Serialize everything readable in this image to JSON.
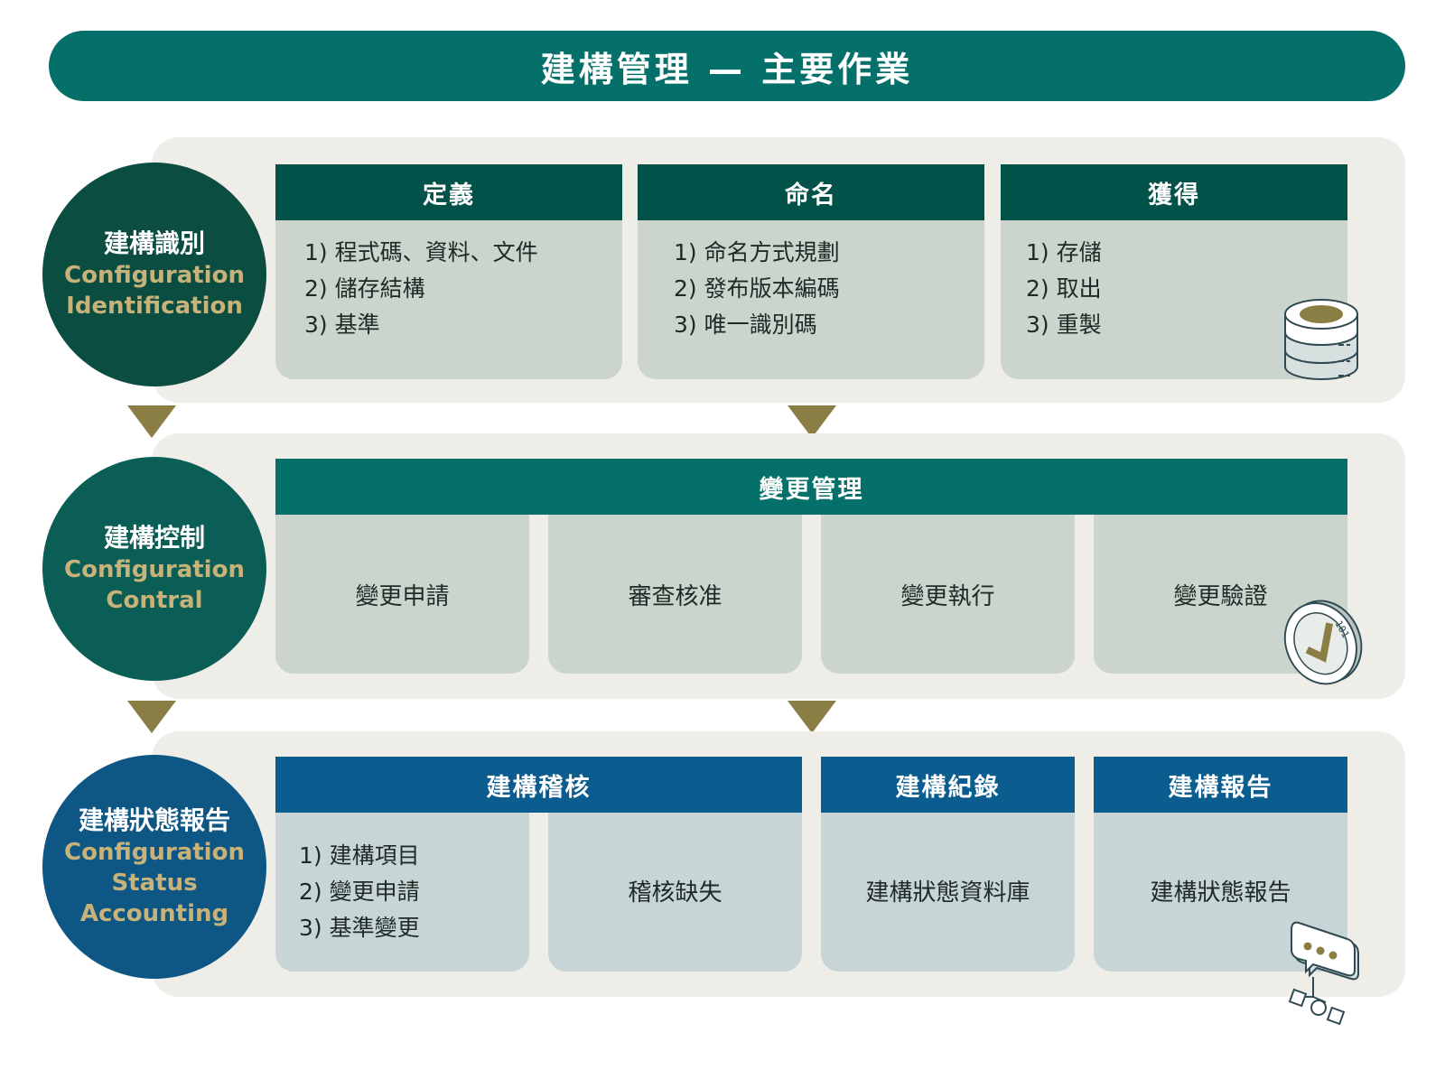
{
  "title": "建構管理 — 主要作業",
  "colors": {
    "title_bg": "#05706a",
    "panel_bg": "#efede7",
    "card_bg_green": "#cbd5ce",
    "card_bg_blue": "#c7d5d7",
    "header_dark_green": "#02524a",
    "header_teal": "#05706a",
    "header_blue": "#0b5c8f",
    "circle_dark_green": "#0b4d40",
    "circle_teal": "#0a5e55",
    "circle_blue": "#0e5785",
    "english_gold": "#c7b27a",
    "arrow": "#8a7e45"
  },
  "sections": {
    "identification": {
      "name_zh": "建構識別",
      "name_en_1": "Configuration",
      "name_en_2": "Identification",
      "icon": "database-icon",
      "cards": [
        {
          "title": "定義",
          "items": [
            "1) 程式碼、資料、文件",
            "2) 儲存結構",
            "3) 基準"
          ]
        },
        {
          "title": "命名",
          "items": [
            "1) 命名方式規劃",
            "2) 發布版本編碼",
            "3) 唯一識別碼"
          ]
        },
        {
          "title": "獲得",
          "items": [
            "1) 存儲",
            "2) 取出",
            "3) 重製"
          ]
        }
      ]
    },
    "control": {
      "name_zh": "建構控制",
      "name_en_1": "Configuration",
      "name_en_2": "Contral",
      "icon": "verified-badge-icon",
      "header": "變更管理",
      "steps": [
        "變更申請",
        "審查核准",
        "變更執行",
        "變更驗證"
      ]
    },
    "status": {
      "name_zh": "建構狀態報告",
      "name_en_1": "Configuration",
      "name_en_2": "Status",
      "name_en_3": "Accounting",
      "icon": "chat-network-icon",
      "audit": {
        "title": "建構稽核",
        "items": [
          "1) 建構項目",
          "2) 變更申請",
          "3) 基準變更"
        ],
        "defect": "稽核缺失"
      },
      "record": {
        "title": "建構紀錄",
        "content": "建構狀態資料庫"
      },
      "report": {
        "title": "建構報告",
        "content": "建構狀態報告"
      }
    }
  }
}
